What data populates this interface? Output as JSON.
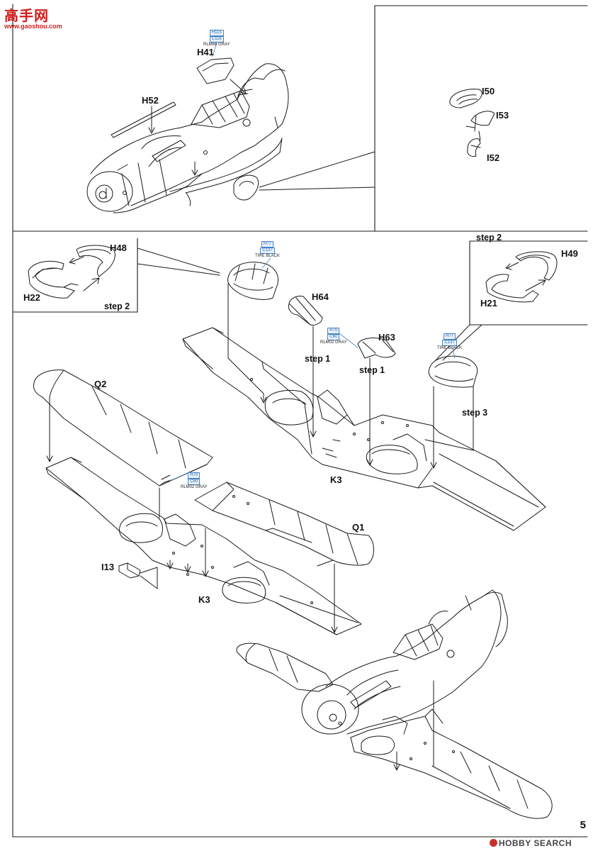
{
  "watermark": {
    "title": "高手网",
    "url": "www.gaoshou.com"
  },
  "footer": {
    "brand": "HOBBY SEARCH",
    "page_number": "5"
  },
  "parts": {
    "h41": "H41",
    "h52": "H52",
    "i50": "I50",
    "i53": "I53",
    "i52": "I52",
    "h48": "H48",
    "h22": "H22",
    "h49": "H49",
    "h21": "H21",
    "h64": "H64",
    "h63": "H63",
    "q2": "Q2",
    "q1": "Q1",
    "k3_top": "K3",
    "k3_bottom": "K3",
    "i13": "I13"
  },
  "steps": {
    "left_inset": "step 2",
    "right_inset": "step 2",
    "h64": "step 1",
    "h63": "step 1",
    "wheel_right": "step 3"
  },
  "paint_callouts": [
    {
      "codes": [
        "H115",
        "C116"
      ],
      "name": "RLM66 GRAY"
    },
    {
      "codes": [
        "H77",
        "C137"
      ],
      "name": "TIRE BLACK"
    },
    {
      "codes": [
        "H70",
        "C60"
      ],
      "name": "RLM02 GRAY"
    },
    {
      "codes": [
        "H77",
        "C137"
      ],
      "name": "TIRE BLACK"
    },
    {
      "codes": [
        "H70",
        "C60"
      ],
      "name": "RLM02 GRAY"
    }
  ],
  "colors": {
    "accent_blue": "#4a86c5",
    "watermark_red": "#d21c1c",
    "line": "#1a1a1a"
  }
}
